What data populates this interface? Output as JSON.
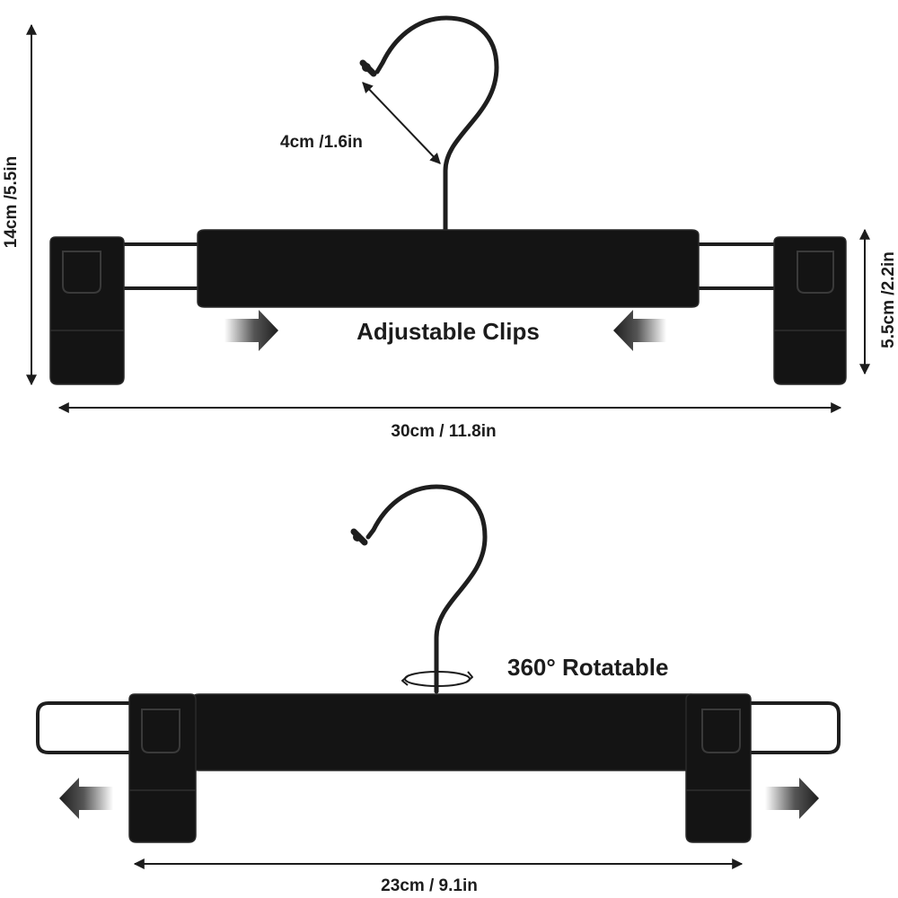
{
  "colors": {
    "background": "#ffffff",
    "hanger": "#141414",
    "hanger_edge": "#2a2a2a",
    "wire": "#1e1e1e",
    "dimension_line": "#1c1c1c",
    "arrow_dark": "#1e1e1e",
    "arrow_light": "#ffffff"
  },
  "top_hanger": {
    "feature_label": "Adjustable Clips",
    "hook_dimension": "4cm /1.6in",
    "height_dimension": "14cm /5.5in",
    "clip_dimension": "5.5cm /2.2in",
    "width_dimension": "30cm / 11.8in",
    "arrows_direction": "inward"
  },
  "bottom_hanger": {
    "feature_label": "360° Rotatable",
    "width_dimension": "23cm / 9.1in",
    "arrows_direction": "outward"
  }
}
